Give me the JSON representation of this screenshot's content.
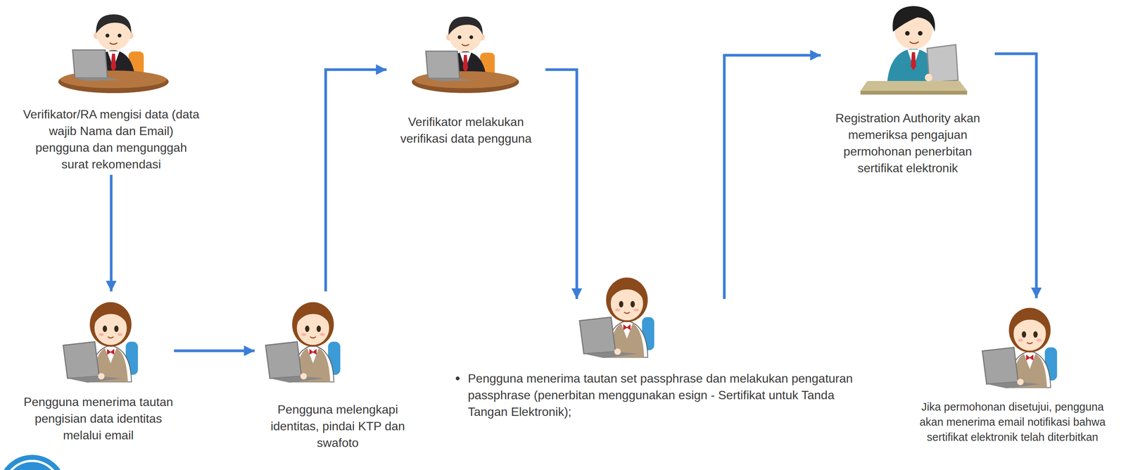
{
  "diagram": {
    "nodes": [
      {
        "text": [
          "Verifikator/RA mengisi data (data wajib Nama dan Email) pengguna dan mengunggah surat rekomendasi"
        ]
      },
      {
        "text": [
          "Pengguna menerima tautan pengisian data identitas melalui email"
        ]
      },
      {
        "text": [
          "Pengguna melengkapi identitas, pindai KTP dan swafoto"
        ]
      },
      {
        "text": [
          "Verifikator melakukan verifikasi data pengguna"
        ]
      },
      {
        "text": [
          "Pengguna menerima tautan set passphrase dan melakukan pengaturan passphrase (penerbitan menggunakan esign - Sertifikat untuk Tanda Tangan Elektronik);"
        ]
      },
      {
        "text": [
          "Registration Authority akan memeriksa pengajuan permohonan penerbitan sertifikat elektronik"
        ]
      },
      {
        "text": [
          "Jika permohonan disetujui, pengguna akan menerima email notifikasi bahwa sertifikat elektronik telah diterbitkan"
        ]
      }
    ],
    "edges": [
      {
        "from": 0,
        "to": 1,
        "arrow": "to"
      },
      {
        "from": 1,
        "to": 2,
        "arrow": "to"
      },
      {
        "from": 2,
        "to": 3,
        "arrow": "to"
      },
      {
        "from": 3,
        "to": 4,
        "arrow": "to"
      },
      {
        "from": 4,
        "to": 5,
        "arrow": "to"
      },
      {
        "from": 5,
        "to": 6,
        "arrow": "to"
      }
    ]
  }
}
